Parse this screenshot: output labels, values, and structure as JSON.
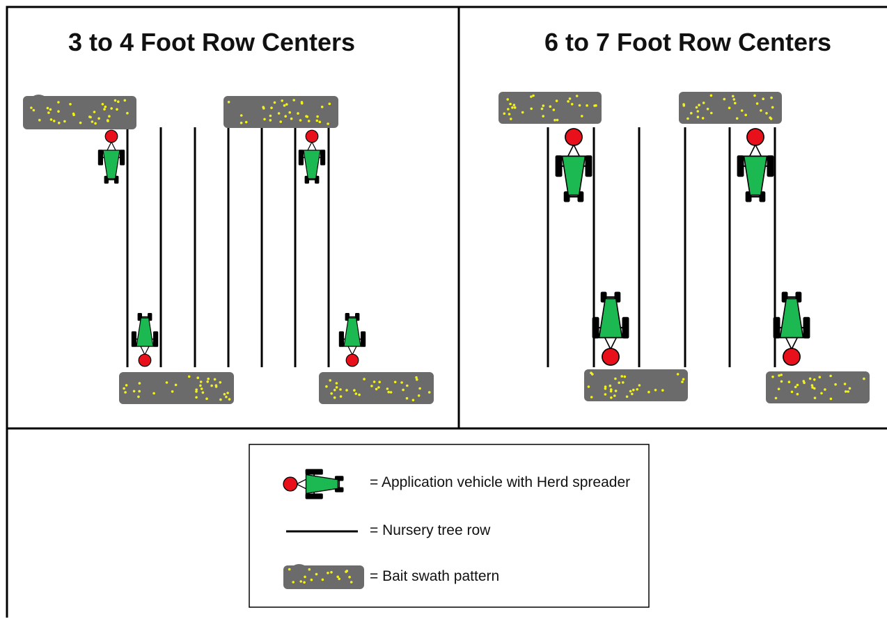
{
  "panels": {
    "left": {
      "title": "3 to 4 Foot Row Centers"
    },
    "right": {
      "title": "6 to 7 Foot Row Centers"
    }
  },
  "legend": {
    "vehicle": "= Application vehicle with Herd spreader",
    "row": "= Nursery tree row",
    "swath": "= Bait swath pattern"
  },
  "colors": {
    "vehicle_body": "#1cb953",
    "spreader": "#e8101a",
    "tire": "#000000",
    "swath": "#6b6b6b",
    "bait_dot": "#f2f21a",
    "row_line": "#000000"
  }
}
